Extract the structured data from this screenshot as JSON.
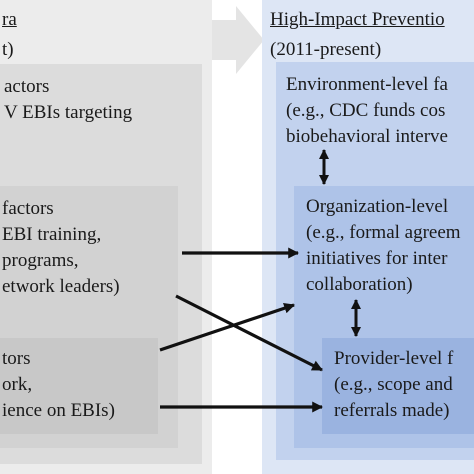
{
  "left_era": {
    "title": "ra",
    "period": "t)",
    "community_box": [
      "actors",
      "V EBIs targeting"
    ],
    "organization_box": [
      "factors",
      "EBI training,",
      "programs,",
      "etwork leaders)"
    ],
    "provider_box": [
      "tors",
      "ork,",
      "ience on EBIs)"
    ]
  },
  "right_era": {
    "title": "High-Impact Preventio",
    "period": "(2011-present)",
    "environment_box": [
      "Environment-level fa",
      "(e.g., CDC funds cos",
      "biobehavioral interve"
    ],
    "organization_box": [
      "Organization-level",
      "(e.g., formal agreem",
      "initiatives for inter",
      "collaboration)"
    ],
    "provider_box": [
      "Provider-level f",
      "(e.g., scope and",
      "referrals made)"
    ]
  },
  "colors": {
    "left_outer": "#ececec",
    "left_box_1": "#dcdcdc",
    "left_box_2": "#d2d2d2",
    "left_box_3": "#c8c8c8",
    "right_outer": "#dde6f5",
    "right_box_1": "#c2d2ee",
    "right_box_2": "#aec3e8",
    "right_box_3": "#9ab3e0",
    "arrow": "#111111",
    "transition_arrow": "#e4e4e4"
  }
}
